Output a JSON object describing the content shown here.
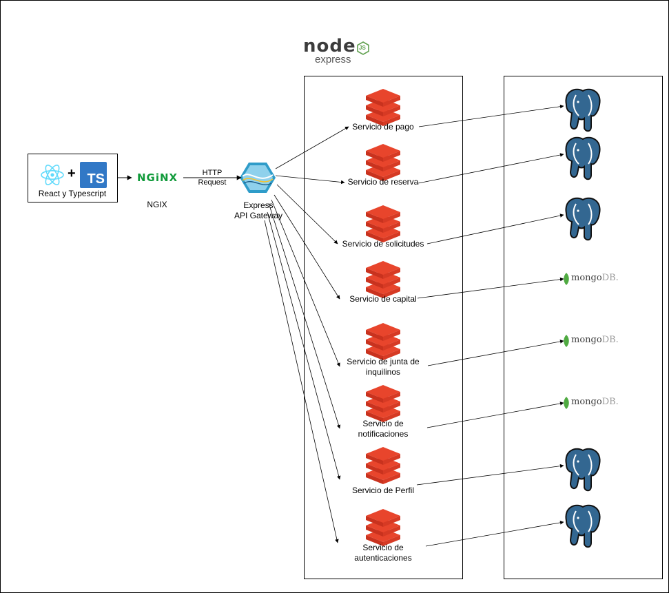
{
  "frontend": {
    "label": "React y Typescript",
    "plus": "+",
    "ts_text": "TS"
  },
  "nginx": {
    "logo_text": "NGiNX",
    "label": "NGIX"
  },
  "http_request_label": "HTTP\nRequest",
  "gateway": {
    "label": "Express\nAPI Gateway"
  },
  "node_logo": {
    "node_text": "node",
    "js_text": "JS",
    "express_text": "express"
  },
  "services": [
    {
      "label": "Servicio de pago",
      "db": "postgresql"
    },
    {
      "label": "Servicio de reserva",
      "db": "postgresql"
    },
    {
      "label": "Servicio de solicitudes",
      "db": "postgresql"
    },
    {
      "label": "Servicio de capital",
      "db": "mongodb"
    },
    {
      "label": "Servicio de junta de\ninquilinos",
      "db": "mongodb"
    },
    {
      "label": "Servicio de\nnotificaciones",
      "db": "mongodb"
    },
    {
      "label": "Servicio de Perfil",
      "db": "postgresql"
    },
    {
      "label": "Servicio de\nautenticaciones",
      "db": "postgresql"
    }
  ],
  "mongo_text": {
    "prefix": "mongo",
    "suffix": "DB."
  },
  "colors": {
    "service_red": "#e8452c",
    "service_red_dark": "#c9321e",
    "postgres_blue": "#336791",
    "mongo_green": "#4faa41",
    "nginx_green": "#109a3a",
    "react_cyan": "#61dafb",
    "ts_blue": "#3178c6",
    "gateway_blue": "#2f9cc9"
  }
}
